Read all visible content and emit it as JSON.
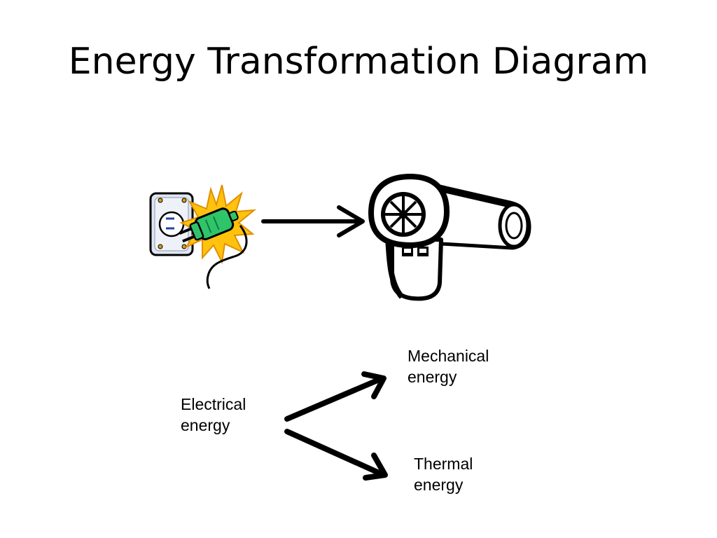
{
  "slide": {
    "title": "Energy Transformation Diagram"
  },
  "illustration": {
    "source_icon": "electrical-outlet-plug-icon",
    "target_icon": "hair-dryer-icon"
  },
  "flow": {
    "source": {
      "line1": "Electrical",
      "line2": "energy"
    },
    "outputs": [
      {
        "line1": "Mechanical",
        "line2": "energy"
      },
      {
        "line1": "Thermal",
        "line2": "energy"
      }
    ]
  },
  "colors": {
    "plug_green": "#2fc46a",
    "spark_yellow": "#ffc20e",
    "outlet_blue": "#dfe6f2",
    "stroke": "#000000"
  }
}
